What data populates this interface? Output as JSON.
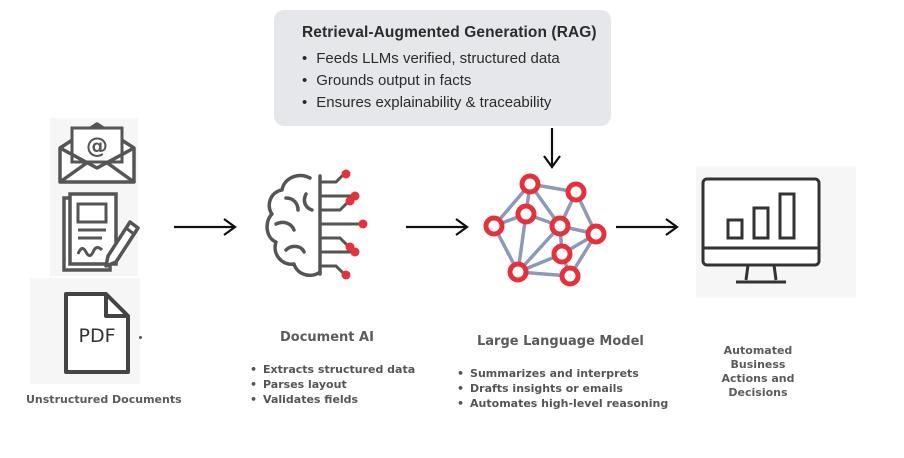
{
  "rag": {
    "title": "Retrieval-Augmented Generation (RAG)",
    "items": [
      "Feeds LLMs verified, structured data",
      "Grounds output in facts",
      "Ensures explainability & traceability"
    ]
  },
  "inputs": {
    "label": "Unstructured Documents",
    "pdf_text": "PDF",
    "icons": [
      "email-envelope-icon",
      "signed-document-icon",
      "pdf-file-icon"
    ]
  },
  "document_ai": {
    "title": "Document AI",
    "bullets": [
      "Extracts structured data",
      "Parses layout",
      "Validates fields"
    ],
    "icon": "ai-brain-icon"
  },
  "llm": {
    "title": "Large Language Model",
    "bullets": [
      "Summarizes and interprets",
      "Drafts insights or emails",
      "Automates high-level reasoning"
    ],
    "icon": "neural-network-icon"
  },
  "output": {
    "title_line1": "Automated Business",
    "title_line2": "Actions and Decisions",
    "icon": "bar-chart-monitor-icon"
  },
  "colors": {
    "node_red": "#e5313b",
    "edge_blue": "#8c99b8",
    "icon_gray": "#555555",
    "rag_bg": "#e6e7ea"
  }
}
